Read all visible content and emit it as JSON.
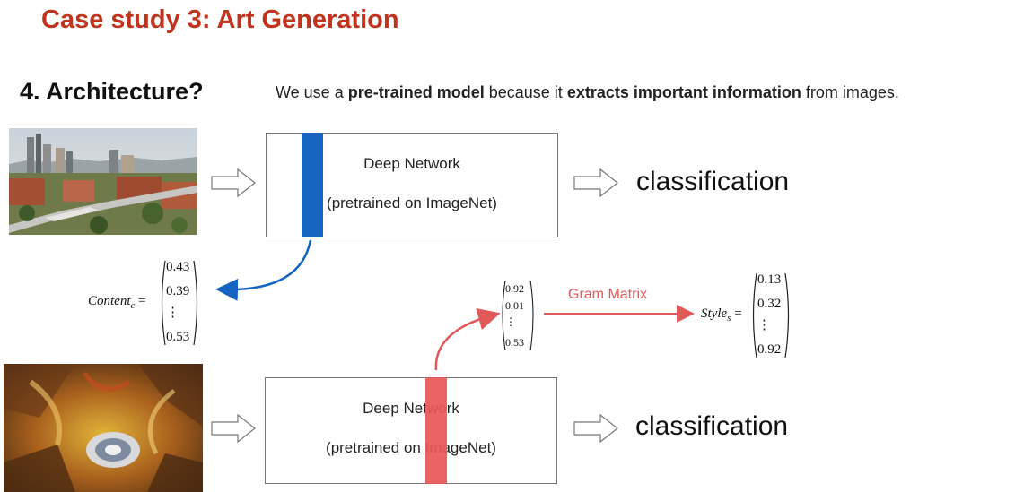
{
  "slide": {
    "title": "Case study 3: Art Generation",
    "section": "4.  Architecture?",
    "subtitle": {
      "p1": "We use a ",
      "b1": "pre-trained model",
      "p2": " because it ",
      "b2": "extracts important information",
      "p3": " from images."
    }
  },
  "network_top": {
    "line1": "Deep Network",
    "line2": "(pretrained on ImageNet)",
    "output": "classification",
    "bar_color": "#1565c0"
  },
  "network_bottom": {
    "line1": "Deep Network",
    "line2": "(pretrained on ImageNet)",
    "output": "classification",
    "bar_color": "#e8585a"
  },
  "content": {
    "label": "Content",
    "subscript": "c",
    "equals": " =",
    "values": [
      "0.43",
      "0.39",
      "⋮",
      "0.53"
    ]
  },
  "activation": {
    "values": [
      "0.92",
      "0.01",
      "⋮",
      "0.53"
    ]
  },
  "gram": {
    "label": "Gram Matrix",
    "color": "#e05a5a"
  },
  "style": {
    "label": "Style",
    "subscript": "s",
    "equals": " =",
    "values": [
      "0.13",
      "0.32",
      "⋮",
      "0.92"
    ]
  },
  "images": {
    "content_photo": "city-photo",
    "style_photo": "fresco-painting"
  }
}
